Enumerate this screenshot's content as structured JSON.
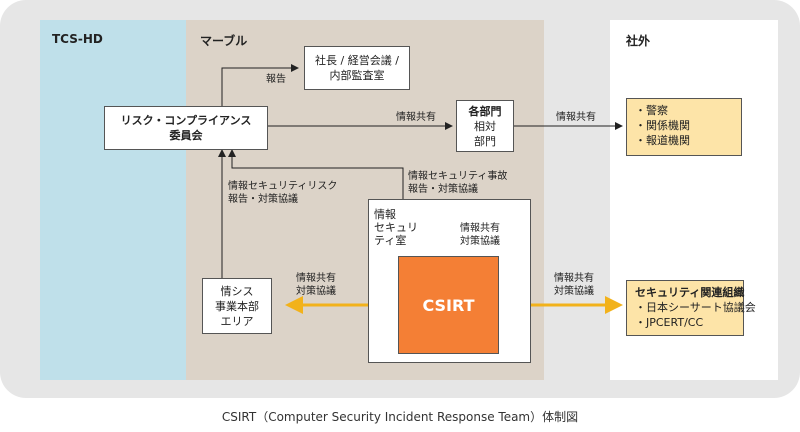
{
  "zones": {
    "hd": "TCS-HD",
    "marble": "マーブル",
    "external": "社外"
  },
  "nodes": {
    "president": "社長 / 経営会議 /\n内部監査室",
    "risk_committee": "リスク・コンプライアンス\n委員会",
    "depts_title": "各部門",
    "depts_sub": "相対\n部門",
    "infosec_office": "情報\nセキュリ\nティ室",
    "csirt": "CSIRT",
    "it_division": "情シス\n事業本部\nエリア"
  },
  "external": {
    "authorities": [
      "・警察",
      "・関係機関",
      "・報道機関"
    ],
    "security_orgs_title": "セキュリティ関連組織",
    "security_orgs": [
      "・日本シーサート協議会",
      "・JPCERT/CC"
    ]
  },
  "edge_labels": {
    "report": "報告",
    "info_share_1": "情報共有",
    "info_share_2": "情報共有",
    "risk_report": "情報セキュリティリスク\n報告・対策協議",
    "incident_report": "情報セキュリティ事故\n報告・対策協議",
    "share_consult_inner": "情報共有\n対策協議",
    "share_consult_left": "情報共有\n対策協議",
    "share_consult_right": "情報共有\n対策協議"
  },
  "colors": {
    "hd_zone": "#bfe0ea",
    "marble_zone": "#dcd3c8",
    "csirt": "#f47f35",
    "external_box": "#fde4a8",
    "arrow_accent": "#f2b21b"
  },
  "caption": "CSIRT（Computer Security Incident Response Team）体制図"
}
